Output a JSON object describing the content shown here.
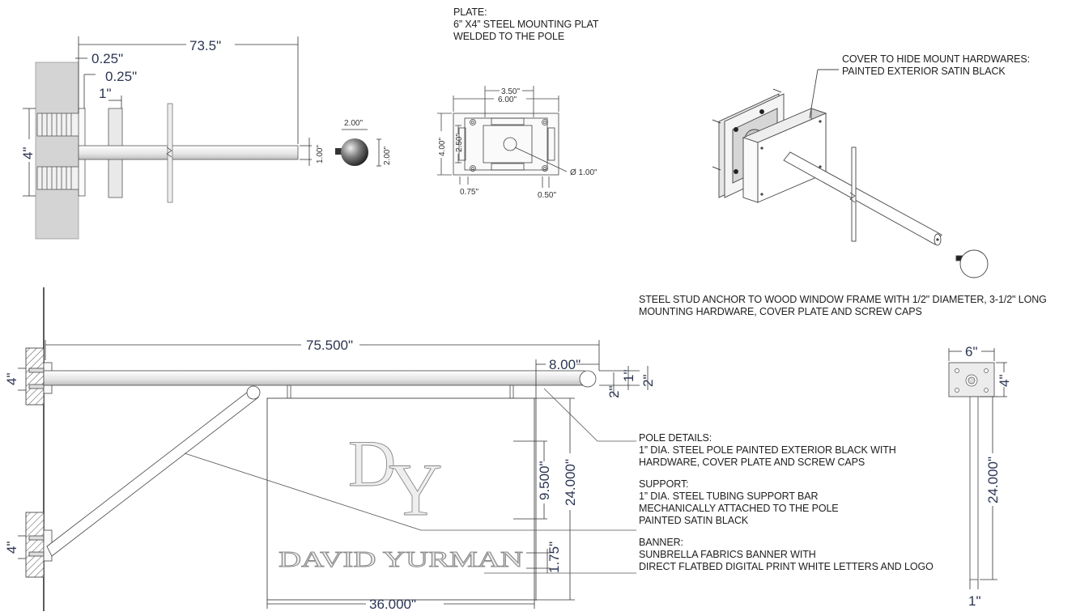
{
  "notes": {
    "plate": {
      "heading": "PLATE:",
      "line1": "6” X4” STEEL MOUNTING PLAT",
      "line2": "WELDED TO THE POLE"
    },
    "cover": {
      "line1": "COVER TO HIDE MOUNT HARDWARES:",
      "line2": "PAINTED EXTERIOR SATIN BLACK"
    },
    "anchor": {
      "line1": "STEEL STUD ANCHOR TO WOOD WINDOW FRAME WITH 1/2\" DIAMETER, 3-1/2\" LONG",
      "line2": "MOUNTING HARDWARE, COVER PLATE AND SCREW CAPS"
    },
    "pole_details": {
      "heading": "POLE DETAILS:",
      "line1": "1” DIA. STEEL POLE PAINTED EXTERIOR BLACK  WITH",
      "line2": "HARDWARE, COVER PLATE AND SCREW CAPS"
    },
    "support": {
      "heading": "SUPPORT:",
      "line1": "1” DIA. STEEL TUBING SUPPORT BAR",
      "line2": "MECHANICALLY ATTACHED TO THE POLE",
      "line3": "PAINTED SATIN BLACK"
    },
    "banner": {
      "heading": "BANNER:",
      "line1": "SUNBRELLA FABRICS BANNER WITH",
      "line2": "DIRECT FLATBED DIGITAL PRINT WHITE LETTERS AND LOGO"
    }
  },
  "dims_top_side": {
    "overall": "73.5\"",
    "gap1": "0.25\"",
    "gap2": "0.25\"",
    "plate_thickness": "1\"",
    "mount_height": "4\"",
    "pole_dia": "1.00\"",
    "ball_width": "2.00\"",
    "ball_height": "2.00\""
  },
  "dims_plate": {
    "width": "6.00\"",
    "inner_width": "3.50\"",
    "height": "4.00\"",
    "inner_height": "2.50\"",
    "hole": "Ø 1.00\"",
    "edge_left": "0.75\"",
    "edge_right": "0.50\""
  },
  "dims_elevation": {
    "overall": "75.500\"",
    "end": "8.00\"",
    "upper_mount": "4\"",
    "lower_mount": "4\"",
    "pole_1": "1\"",
    "ball_2a": "2\"",
    "ball_2b": "2\"",
    "logo_height": "9.500\"",
    "banner_height": "24.000\"",
    "text_height": "1.75\"",
    "banner_width": "36.000\""
  },
  "dims_end_view": {
    "width": "6\"",
    "height": "4\"",
    "length": "24.000\"",
    "dia": "1\""
  },
  "banner_art": {
    "monogram_d": "D",
    "monogram_y": "Y",
    "wordmark": "DAVID YURMAN"
  }
}
